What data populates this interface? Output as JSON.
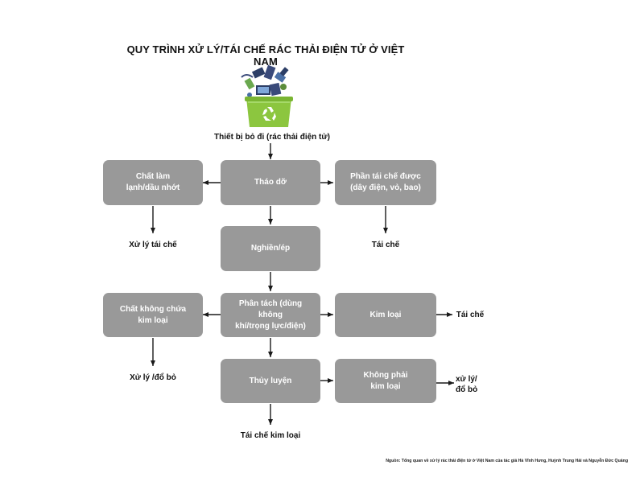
{
  "title": "QUY TRÌNH XỬ LÝ/TÁI CHẾ RÁC THẢI ĐIỆN TỬ Ở VIỆT NAM",
  "input_label": "Thiết bị bỏ đi (rác thải điện tử)",
  "boxes": {
    "coolant": "Chất làm\nlạnh/dầu nhớt",
    "disassembly": "Tháo dỡ",
    "recyclable_parts": "Phần tái chế được\n(dây điện, vỏ, bao)",
    "crushing": "Nghiền/ép",
    "non_metal_substance": "Chất không chứa\nkim loại",
    "separation": "Phân tách (dùng không\nkhí/trọng lực/điện)",
    "metal": "Kim loại",
    "hydrometallurgy": "Thủy luyện",
    "non_metal": "Không phải\nkim loại"
  },
  "outputs": {
    "coolant_out": "Xử lý tái chế",
    "recyclable_out": "Tái chế",
    "non_metal_substance_out": "Xử lý /đổ bỏ",
    "metal_out": "Tái chế",
    "non_metal_out": "xử lý/\nđổ bỏ",
    "hydrometallurgy_out": "Tái chế kim loại"
  },
  "source": "Nguồn: Tổng quan về xử lý rác thải điện tử ở Việt Nam của tác giả Hà Vĩnh Hưng, Huỳnh Trung Hải và Nguyễn Đức Quảng",
  "colors": {
    "box": "#999999",
    "bin": "#8cc63f",
    "line": "#1a1a1a"
  },
  "icons": [
    "recycle-bin-icon",
    "recycle-icon"
  ]
}
